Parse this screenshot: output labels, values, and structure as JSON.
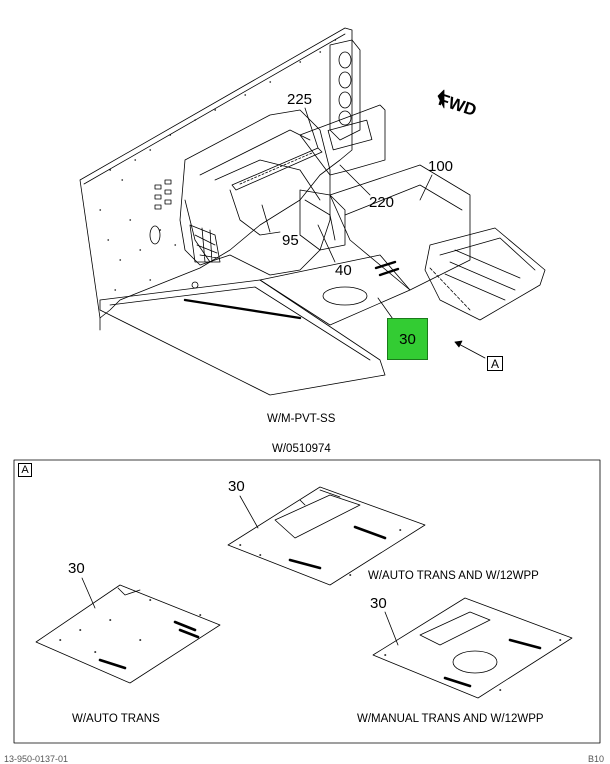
{
  "callouts": {
    "c225": "225",
    "c100": "100",
    "c220": "220",
    "c95": "95",
    "c40": "40",
    "c30_main": "30",
    "c30_a1": "30",
    "c30_a2": "30",
    "c30_a3": "30"
  },
  "highlight": {
    "label": "30",
    "color": "#33cc33"
  },
  "view_label": "A",
  "detail_label": "A",
  "fwd": "FWD",
  "captions": {
    "main": "W/M-PVT-SS",
    "part_no": "W/0510974",
    "auto_trans": "W/AUTO TRANS",
    "auto_12wpp": "W/AUTO TRANS AND W/12WPP",
    "manual_12wpp": "W/MANUAL TRANS AND W/12WPP"
  },
  "footer": {
    "left": "13-950-0137-01",
    "right": "B10"
  }
}
